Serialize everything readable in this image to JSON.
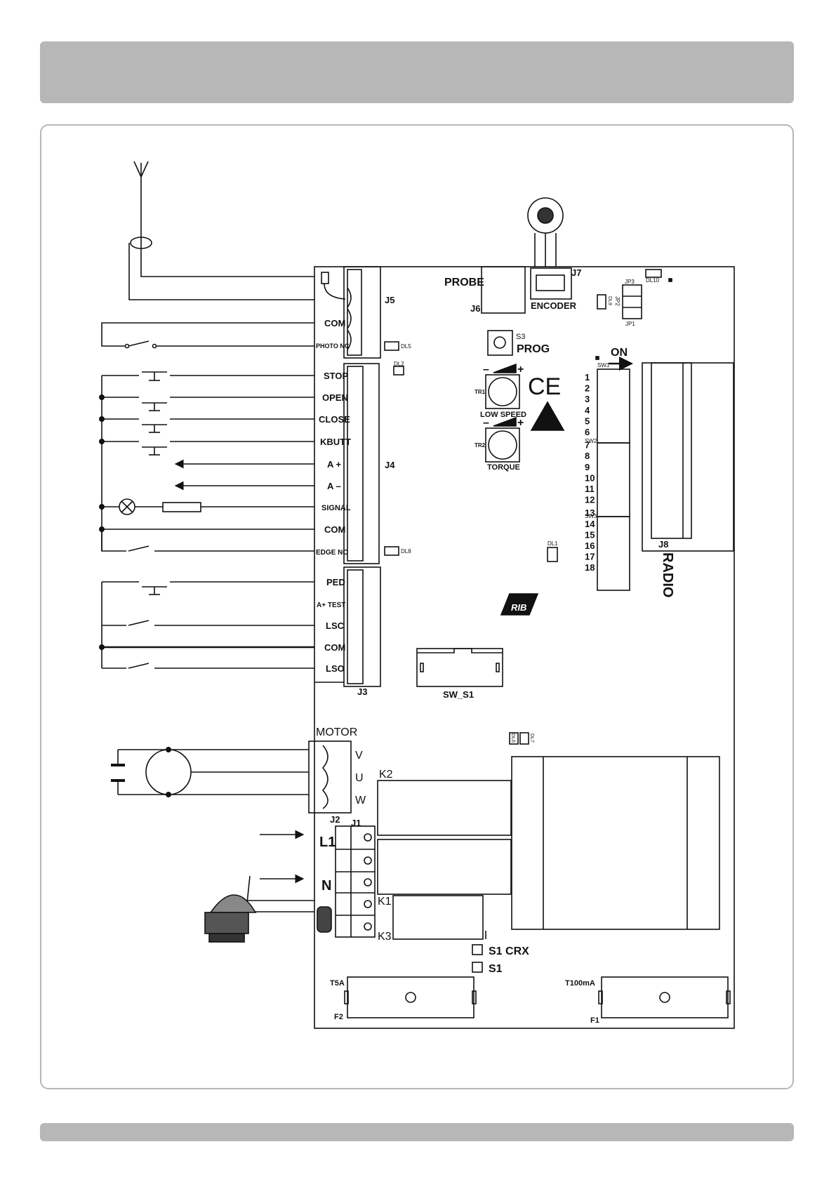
{
  "board": {
    "connectors": {
      "j5": "J5",
      "j4": "J4",
      "j3": "J3",
      "j2": "J2",
      "j1": "J1",
      "j6": "J6",
      "j7": "J7",
      "j8": "J8"
    },
    "j5_terminals": [
      "COM",
      "PHOTO NC"
    ],
    "j4_terminals": [
      "STOP",
      "OPEN",
      "CLOSE",
      "KBUTT",
      "A +",
      "A –",
      "SIGNAL",
      "COM",
      "EDGE NC"
    ],
    "j3_terminals": [
      "PED",
      "A+ TEST",
      "LSC",
      "COM",
      "LSO"
    ],
    "motor": {
      "title": "MOTOR",
      "phases": [
        "V",
        "U",
        "W"
      ]
    },
    "power": {
      "l1": "L1",
      "n": "N"
    },
    "probe": "PROBE",
    "encoder": "ENCODER",
    "prog": {
      "ref": "S3",
      "label": "PROG"
    },
    "trimmers": [
      {
        "ref": "TR1",
        "label": "LOW SPEED",
        "minus": "–",
        "plus": "+"
      },
      {
        "ref": "TR2",
        "label": "TORQUE",
        "minus": "–",
        "plus": "+"
      }
    ],
    "dip": {
      "on": "ON",
      "banks": [
        "SW1",
        "SW2",
        "SW3"
      ],
      "numbers": [
        "1",
        "2",
        "3",
        "4",
        "5",
        "6",
        "7",
        "8",
        "9",
        "10",
        "11",
        "12",
        "13",
        "14",
        "15",
        "16",
        "17",
        "18"
      ]
    },
    "radio": "RADIO",
    "leds": [
      "DL5",
      "DL2",
      "DL8",
      "DL1",
      "DL10",
      "DL9",
      "DL6",
      "DL7"
    ],
    "jumpers": [
      "JP3",
      "JP2",
      "JP1"
    ],
    "relays": [
      "K2",
      "K1",
      "K3"
    ],
    "sw_s1": "SW_S1",
    "s1_crx": "S1 CRX",
    "s1": "S1",
    "fuses": [
      {
        "rating": "T5A",
        "ref": "F2"
      },
      {
        "rating": "T100mA",
        "ref": "F1"
      }
    ],
    "ce_mark": "CE",
    "brand_logo": "RIB"
  }
}
